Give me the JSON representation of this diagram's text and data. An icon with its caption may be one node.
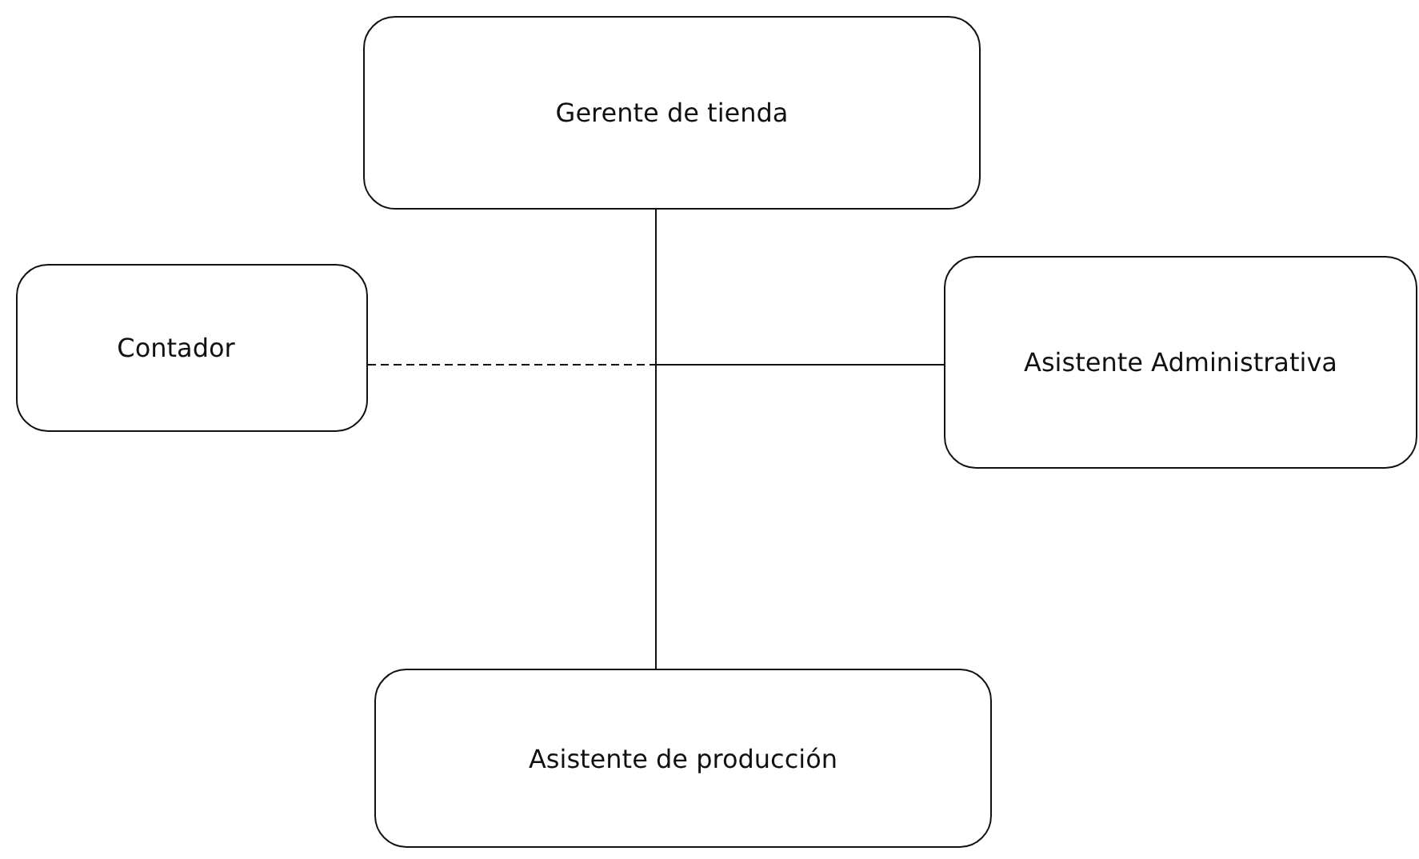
{
  "diagram": {
    "nodes": [
      {
        "text": [
          "Gerente de tienda"
        ]
      },
      {
        "text": [
          "Contador"
        ]
      },
      {
        "text": [
          "Asistente Administrativa"
        ]
      },
      {
        "text": [
          "Asistente de producción"
        ]
      }
    ],
    "edges": [
      {
        "from": 0,
        "to": 3,
        "arrow": "none"
      },
      {
        "from": 1,
        "to": 0,
        "arrow": "none",
        "style": "dashed"
      },
      {
        "from": 2,
        "to": 0,
        "arrow": "none"
      }
    ]
  }
}
